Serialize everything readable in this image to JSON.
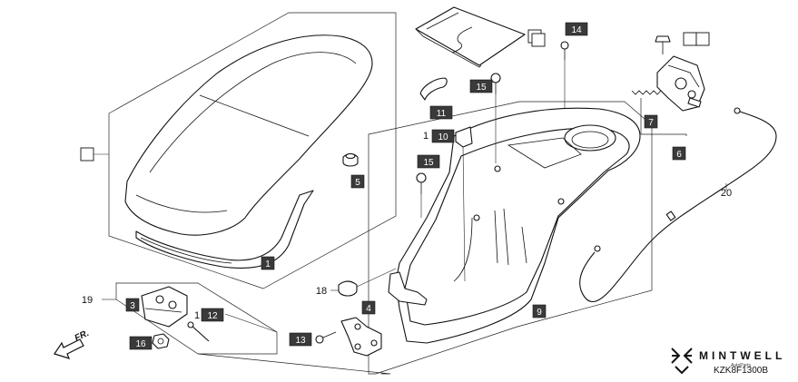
{
  "callouts": {
    "c1": "1",
    "c3": "3",
    "c4": "4",
    "c5": "5",
    "c6": "6",
    "c7": "7",
    "c9": "9",
    "c10": "10",
    "c11": "11",
    "c12": "12",
    "c13": "13",
    "c14": "14",
    "c15a": "15",
    "c15b": "15",
    "c16": "16",
    "c18": "18",
    "c19": "19",
    "c20": "20",
    "c10_prefix": "1",
    "c12_prefix": "1"
  },
  "direction_label": "FR.",
  "watermark": {
    "brand": "MINTWELL",
    "sub": "AutoParts",
    "diagram_code": "KZK8F1300B"
  },
  "colors": {
    "tag_fill": "#3a3a3a",
    "line": "#111111",
    "background": "#ffffff"
  }
}
